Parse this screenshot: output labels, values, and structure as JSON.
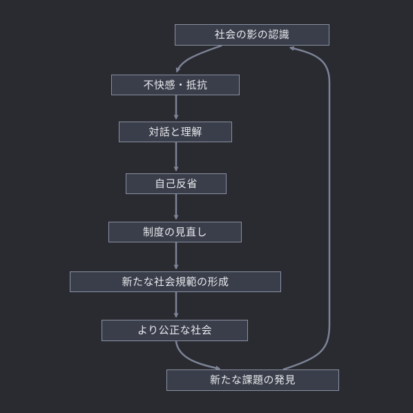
{
  "flowchart": {
    "nodes": [
      {
        "id": "n1",
        "label": "社会の影の認識"
      },
      {
        "id": "n2",
        "label": "不快感・抵抗"
      },
      {
        "id": "n3",
        "label": "対話と理解"
      },
      {
        "id": "n4",
        "label": "自己反省"
      },
      {
        "id": "n5",
        "label": "制度の見直し"
      },
      {
        "id": "n6",
        "label": "新たな社会規範の形成"
      },
      {
        "id": "n7",
        "label": "より公正な社会"
      },
      {
        "id": "n8",
        "label": "新たな課題の発見"
      }
    ],
    "edges": [
      {
        "from": "n1",
        "to": "n2"
      },
      {
        "from": "n2",
        "to": "n3"
      },
      {
        "from": "n3",
        "to": "n4"
      },
      {
        "from": "n4",
        "to": "n5"
      },
      {
        "from": "n5",
        "to": "n6"
      },
      {
        "from": "n6",
        "to": "n7"
      },
      {
        "from": "n7",
        "to": "n8"
      },
      {
        "from": "n8",
        "to": "n1"
      }
    ],
    "colors": {
      "background": "#2a2b30",
      "node_fill": "#3a3e4a",
      "node_border": "#8a91a3",
      "node_text": "#e8e9ed",
      "edge": "#7d8497"
    }
  }
}
